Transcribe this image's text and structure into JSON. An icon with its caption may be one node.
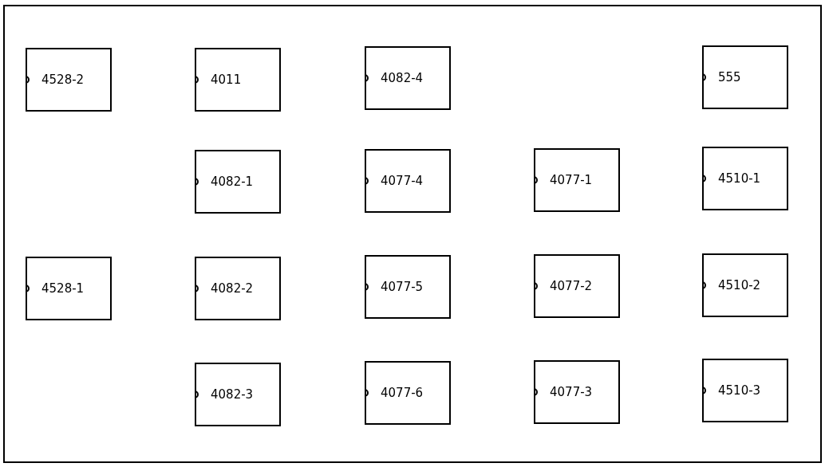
{
  "diagram": {
    "nodes": [
      {
        "text": [
          "4528-2"
        ]
      },
      {
        "text": [
          "4011"
        ]
      },
      {
        "text": [
          "4082-4"
        ]
      },
      {
        "text": [
          "555"
        ]
      },
      {
        "text": [
          "4082-1"
        ]
      },
      {
        "text": [
          "4077-4"
        ]
      },
      {
        "text": [
          "4077-1"
        ]
      },
      {
        "text": [
          "4510-1"
        ]
      },
      {
        "text": [
          "4528-1"
        ]
      },
      {
        "text": [
          "4082-2"
        ]
      },
      {
        "text": [
          "4077-5"
        ]
      },
      {
        "text": [
          "4077-2"
        ]
      },
      {
        "text": [
          "4510-2"
        ]
      },
      {
        "text": [
          "4082-3"
        ]
      },
      {
        "text": [
          "4077-6"
        ]
      },
      {
        "text": [
          "4077-3"
        ]
      },
      {
        "text": [
          "4510-3"
        ]
      }
    ]
  }
}
